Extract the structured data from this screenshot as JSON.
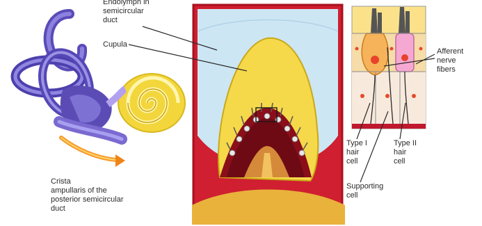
{
  "labels": {
    "endolymph": "Endolymph in\nsemicircular\nduct",
    "cupula": "Cupula",
    "crista": "Crista\nampullaris of the\nposterior semicircular\nduct",
    "afferent": "Afferent\nnerve\nfibers",
    "type1": "Type I\nhair\ncell",
    "type2": "Type II\nhair\ncell",
    "supporting": "Supporting\ncell"
  },
  "icons": {
    "inner_ear": "inner-ear-labyrinth-icon",
    "ampulla": "ampulla-cross-section-icon",
    "hair_cells": "hair-cells-detail-icon",
    "arrow": "curved-arrow-icon"
  },
  "colors": {
    "labyrinth": "#6b5fc4",
    "cochlea": "#f3e437",
    "endolymph": "#cde6f4",
    "cupula": "#f6d94a",
    "tissue": "#b5162a",
    "frame": "#c0182c",
    "hair_cell_pink": "#f5a9d2",
    "hair_cell_orange": "#f6b35a"
  }
}
